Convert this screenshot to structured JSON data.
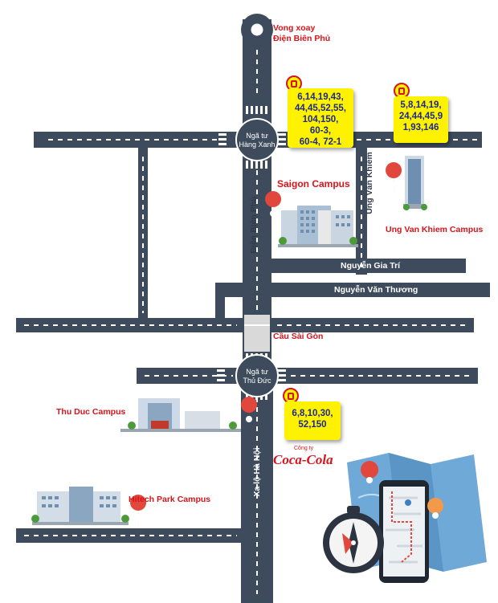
{
  "landmarks": {
    "roundabout": "Vong xoay\nĐiện Biên Phủ",
    "hang_xanh": "Ngã tư\nHàng Xanh",
    "thu_duc_intersection": "Ngã tư\nThủ Đức",
    "bridge": "Cầu Sài Gòn",
    "coca_cola_small": "Công ty",
    "coca_cola": "Coca-Cola"
  },
  "roads": {
    "dien_bien_phu": "Điện Biên Phủ",
    "ung_van_khiem": "Ung Văn Khiêm",
    "nguyen_gia_tri": "Nguyễn Gia Trí",
    "nguyen_van_thuong": "Nguyễn Văn Thương",
    "xa_lo_ha_noi": "Xa lộ Hà Nội"
  },
  "campuses": {
    "saigon": "Saigon Campus",
    "ung_van_khiem": "Ung Van Khiem Campus",
    "thu_duc": "Thu Duc Campus",
    "hitech_park": "Hitech Park Campus"
  },
  "bus_routes": {
    "hang_xanh": [
      "6,14,19,43,",
      "44,45,52,55,",
      "104,150,",
      "60-3,",
      "60-4, 72-1"
    ],
    "ung_van_khiem": [
      "5,8,14,19,",
      "24,44,45,9",
      "1,93,146"
    ],
    "thu_duc": [
      "6,8,10,30,",
      "52,150"
    ]
  },
  "colors": {
    "road": "#3d4b5c",
    "accent_red": "#d7141a",
    "bubble_yellow": "#fff200",
    "bubble_text": "#1d2a8a"
  },
  "icons": {
    "bus": "bus-icon",
    "pin": "location-pin-icon",
    "compass": "compass-icon",
    "phone": "smartphone-map-icon"
  }
}
